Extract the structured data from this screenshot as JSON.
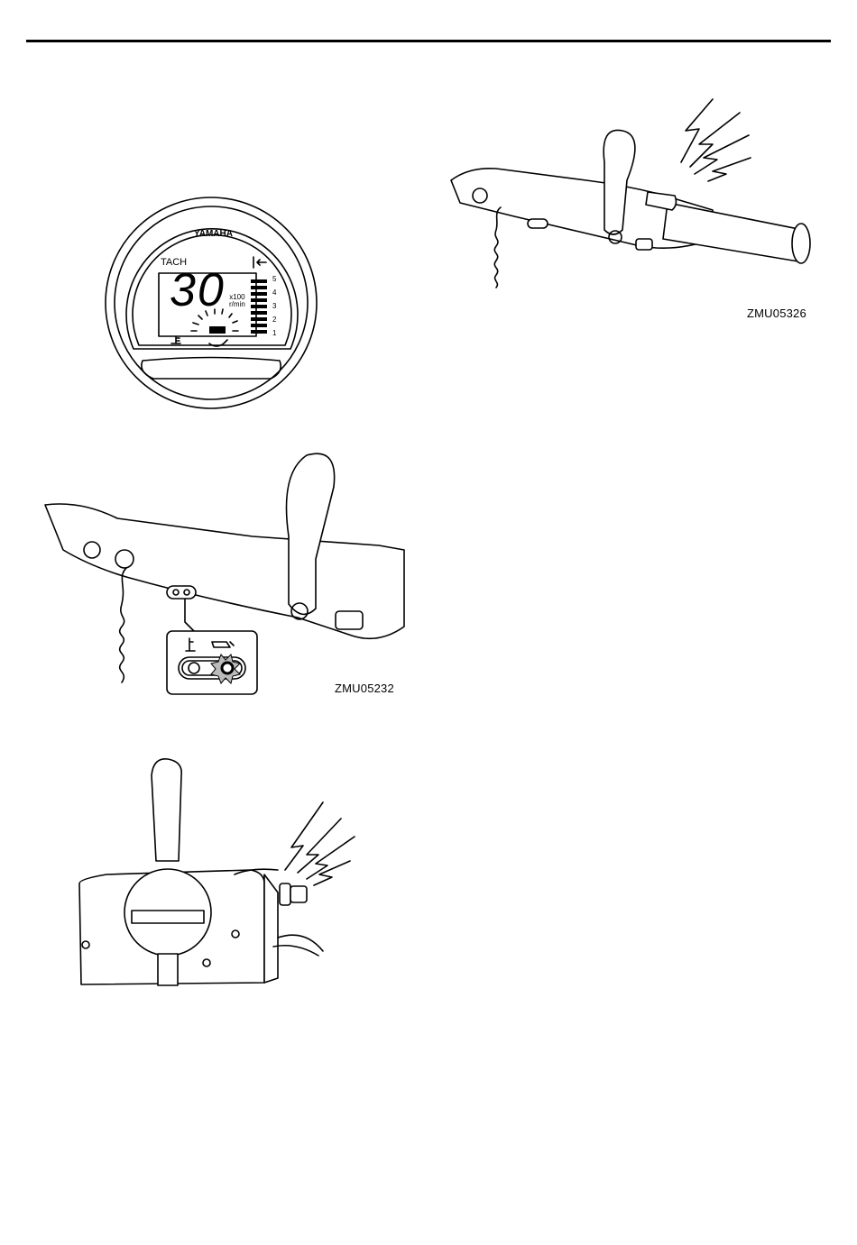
{
  "header": {
    "rule": true
  },
  "figure_tach": {
    "brand": "YAMAHA",
    "gauge_label": "TACH",
    "readout": "30",
    "unit_multiplier": "x100",
    "unit": "r/min",
    "scale_ticks": [
      "5",
      "4",
      "3",
      "2",
      "1"
    ],
    "icons": [
      "trim-icon",
      "water-temperature-icon",
      "oil-warning-icon"
    ]
  },
  "figure_tiller_warning": {
    "code": "ZMU05326",
    "icons": [
      "buzzer-sound-icon"
    ]
  },
  "figure_tiller_indicator": {
    "code": "ZMU05232",
    "icons": [
      "water-temperature-icon",
      "oil-warning-icon",
      "indicator-lamp-icon"
    ]
  },
  "figure_remote_control": {
    "icons": [
      "buzzer-sound-icon"
    ]
  }
}
